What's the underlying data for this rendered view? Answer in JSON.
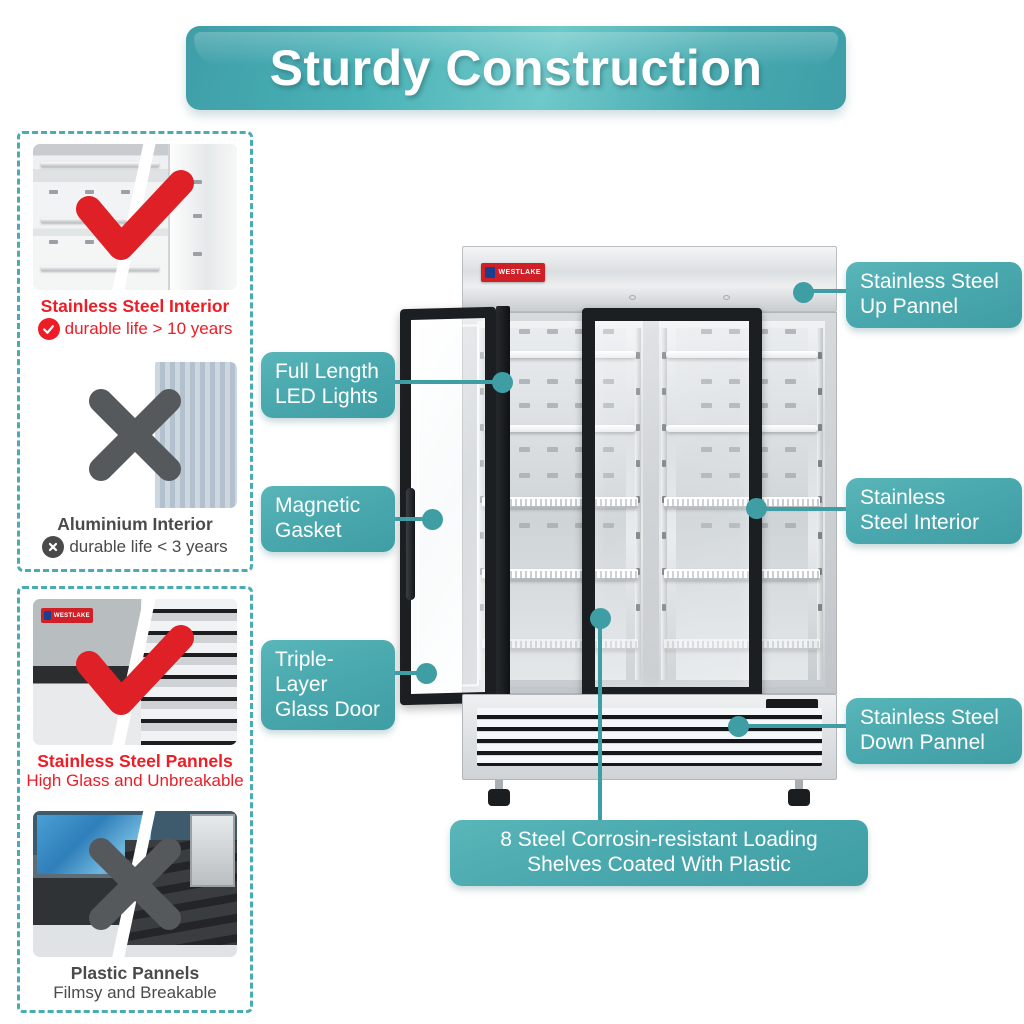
{
  "header": {
    "title": "Sturdy Construction"
  },
  "comparison": {
    "groups": [
      {
        "name": "interior-comparison",
        "cards": [
          {
            "verdict": "good",
            "icon": "check-icon",
            "title": "Stainless Steel Interior",
            "subtitle": "durable life > 10 years",
            "photo": "stainless-steel-interior-photo"
          },
          {
            "verdict": "bad",
            "icon": "cross-icon",
            "title": "Aluminium Interior",
            "subtitle": "durable life < 3 years",
            "photo": "aluminium-interior-photo"
          }
        ]
      },
      {
        "name": "panel-comparison",
        "cards": [
          {
            "verdict": "good",
            "icon": "check-icon",
            "title": "Stainless Steel Pannels",
            "subtitle": "High Glass and Unbreakable",
            "photo": "stainless-steel-panels-photo"
          },
          {
            "verdict": "bad",
            "icon": "cross-icon",
            "title": "Plastic Pannels",
            "subtitle": "Filmsy and Breakable",
            "photo": "plastic-panels-photo"
          }
        ]
      }
    ]
  },
  "callouts": {
    "up_pannel": "Stainless Steel\nUp Pannel",
    "up_pannel_line1": "Stainless Steel",
    "up_pannel_line2": "Up Pannel",
    "ss_interior_line1": "Stainless",
    "ss_interior_line2": "Steel Interior",
    "down_pannel_line1": "Stainless Steel",
    "down_pannel_line2": "Down Pannel",
    "led_line1": "Full Length",
    "led_line2": "LED Lights",
    "gasket_line1": "Magnetic",
    "gasket_line2": "Gasket",
    "glassdoor_line1": "Triple-Layer",
    "glassdoor_line2": "Glass Door",
    "shelves_line1": "8 Steel Corrosin-resistant Loading",
    "shelves_line2": "Shelves Coated With Plastic"
  },
  "product": {
    "brand": "WESTLAKE",
    "brand_badge_color": "#cf2027"
  },
  "colors": {
    "teal": "#3f9da4",
    "teal_light": "#59b6b9",
    "red": "#ee1c25",
    "gray": "#4a4a4a",
    "dashed_border": "#49acb2"
  }
}
